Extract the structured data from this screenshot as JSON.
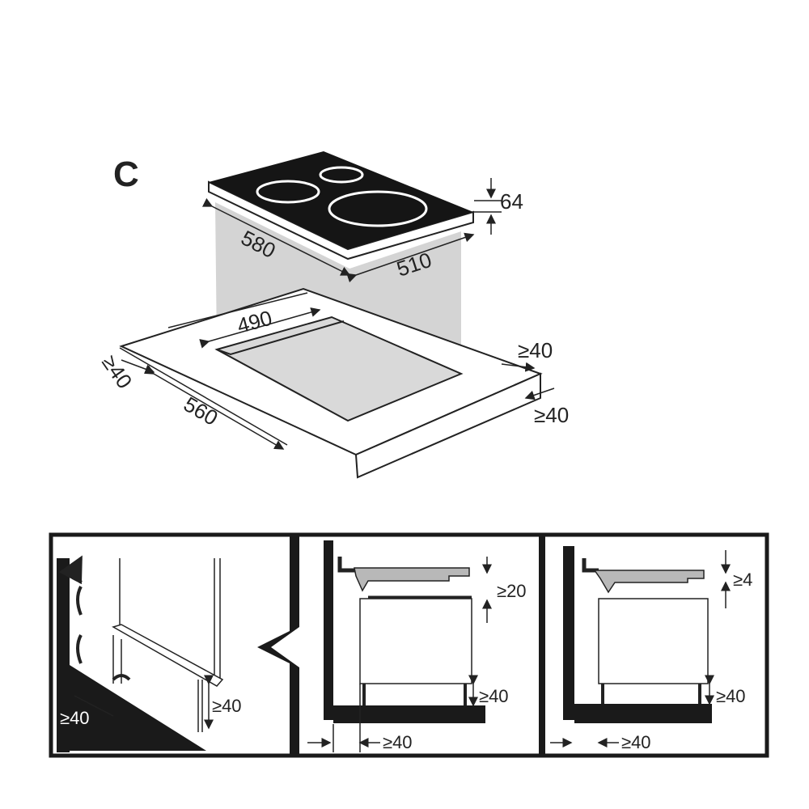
{
  "figure_label": "C",
  "hob": {
    "height": "64",
    "width": "580",
    "depth": "510"
  },
  "cutout": {
    "width": "490",
    "depth": "560",
    "min_left_edge": "≥40",
    "min_back_edge": "≥40",
    "min_right_edge": "≥40"
  },
  "panels": {
    "cabinet": {
      "min_wall_gap": "≥40",
      "min_plinth_gap": "≥40"
    },
    "oven_gap": {
      "min_top_gap": "≥20",
      "min_floor_gap": "≥40",
      "min_rear_gap": "≥40"
    },
    "oven_tight": {
      "min_top_gap": "≥4",
      "min_floor_gap": "≥40",
      "min_rear_gap": "≥40"
    }
  },
  "colors": {
    "line": "#1a1a1a",
    "shade": "#d4d4d4",
    "hob": "#151515"
  }
}
